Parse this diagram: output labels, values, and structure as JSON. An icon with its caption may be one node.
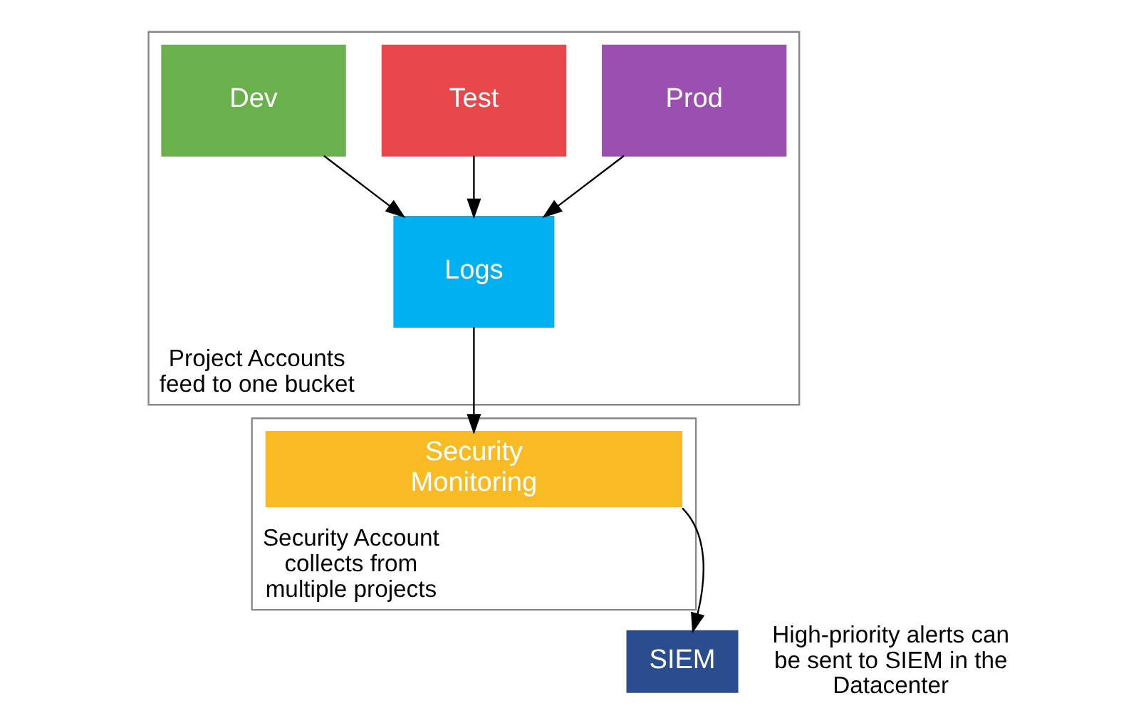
{
  "diagram": {
    "nodes": [
      {
        "text": [
          "Project Accounts feed to one bucket"
        ]
      },
      {
        "text": [
          "Dev"
        ],
        "in": 0
      },
      {
        "text": [
          "Test"
        ],
        "in": 0
      },
      {
        "text": [
          "Prod"
        ],
        "in": 0
      },
      {
        "text": [
          "Logs"
        ],
        "in": 0
      },
      {
        "text": [
          "Security Account collects from multiple projects"
        ]
      },
      {
        "text": [
          "Security Monitoring"
        ],
        "in": 5
      },
      {
        "text": [
          "SIEM"
        ],
        "beside": [
          "High-priority alerts can be sent to SIEM in the Datacenter"
        ]
      }
    ],
    "edges": [
      {
        "from": 1,
        "to": 4,
        "arrow": "to"
      },
      {
        "from": 2,
        "to": 4,
        "arrow": "to"
      },
      {
        "from": 3,
        "to": 4,
        "arrow": "to"
      },
      {
        "from": 4,
        "to": 6,
        "arrow": "to"
      },
      {
        "from": 6,
        "to": 7,
        "arrow": "to"
      }
    ]
  }
}
